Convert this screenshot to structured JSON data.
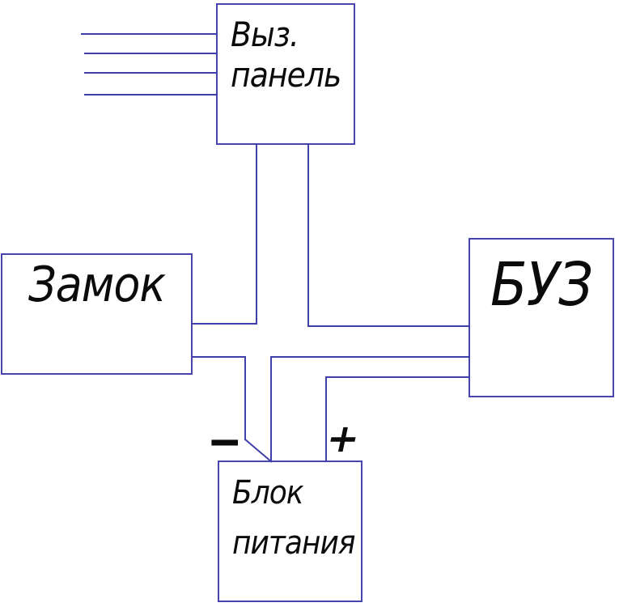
{
  "diagram": {
    "boxes": {
      "call_panel": {
        "line1": "Выз.",
        "line2": "панель"
      },
      "lock": {
        "label": "Замок"
      },
      "control_unit": {
        "label": "БУЗ"
      },
      "power_supply": {
        "line1": "Блок",
        "line2": "питания"
      }
    },
    "polarity": {
      "minus": "−",
      "plus": "+"
    }
  },
  "colors": {
    "wire": "#3f3fac",
    "box-border": "#4745ad",
    "text": "#0b0b0b",
    "background": "#ffffff"
  }
}
